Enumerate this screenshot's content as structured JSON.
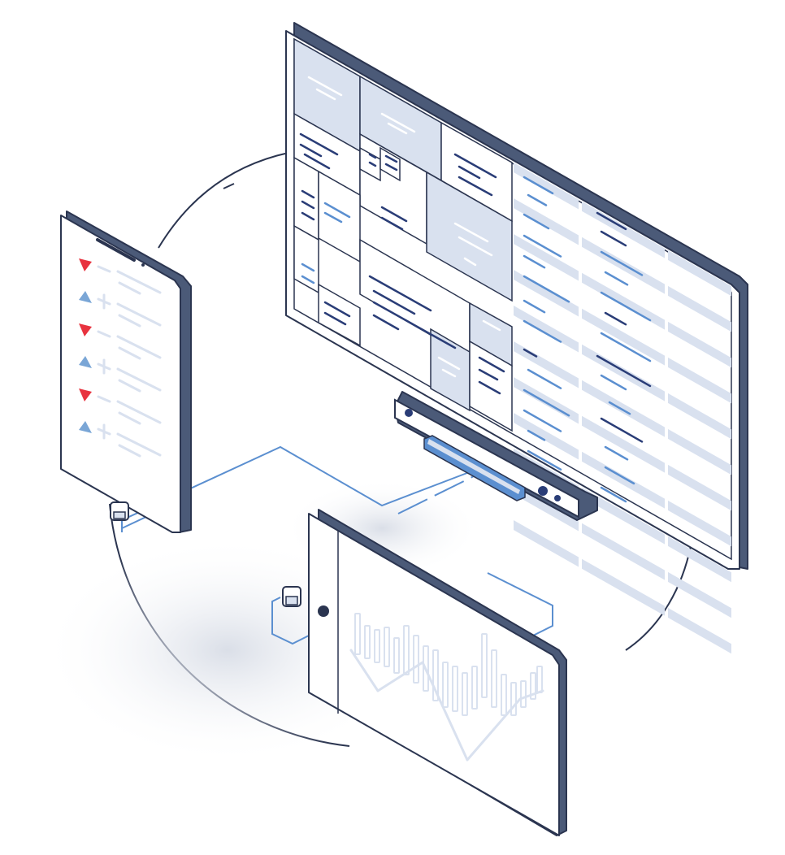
{
  "illustration": {
    "subject": "",
    "phone_indicators": [
      {
        "icon": "down-triangle-icon",
        "sign": "minus",
        "color": "#e8333f"
      },
      {
        "icon": "up-triangle-icon",
        "sign": "plus",
        "color": "#7aa6d6"
      },
      {
        "icon": "down-triangle-icon",
        "sign": "minus",
        "color": "#e8333f"
      },
      {
        "icon": "up-triangle-icon",
        "sign": "plus",
        "color": "#7aa6d6"
      },
      {
        "icon": "down-triangle-icon",
        "sign": "minus",
        "color": "#e8333f"
      },
      {
        "icon": "up-triangle-icon",
        "sign": "plus",
        "color": "#7aa6d6"
      }
    ],
    "colors": {
      "frame": "#4b5a78",
      "frame_dark": "#3d4a66",
      "outline": "#2b3550",
      "panel": "#d9e1ef",
      "screen": "#ffffff",
      "line_dark": "#2a3d77",
      "line_blue": "#5b8fd0",
      "cable": "#5b8fd0",
      "alert_red": "#e8333f",
      "up_blue": "#7aa6d6"
    }
  }
}
